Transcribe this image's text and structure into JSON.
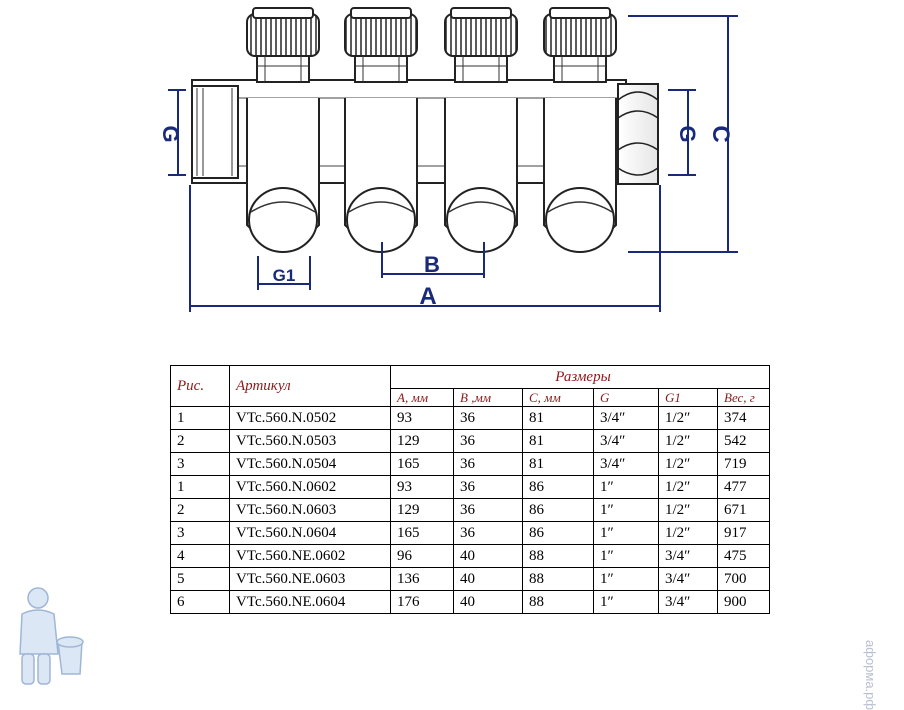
{
  "drawing": {
    "dimension_labels": {
      "A": "A",
      "B": "B",
      "C": "C",
      "G_left": "G",
      "G_right": "G",
      "G1": "G1"
    }
  },
  "table": {
    "headers": {
      "fig": "Рис.",
      "article": "Артикул",
      "group": "Размеры"
    },
    "subheaders": [
      "A, мм",
      "B ,мм",
      "C, мм",
      "G",
      "G1",
      "Вес, г"
    ],
    "rows": [
      [
        "1",
        "VTc.560.N.0502",
        "93",
        "36",
        "81",
        "3/4″",
        "1/2″",
        "374"
      ],
      [
        "2",
        "VTc.560.N.0503",
        "129",
        "36",
        "81",
        "3/4″",
        "1/2″",
        "542"
      ],
      [
        "3",
        "VTc.560.N.0504",
        "165",
        "36",
        "81",
        "3/4″",
        "1/2″",
        "719"
      ],
      [
        "1",
        "VTc.560.N.0602",
        "93",
        "36",
        "86",
        "1″",
        "1/2″",
        "477"
      ],
      [
        "2",
        "VTc.560.N.0603",
        "129",
        "36",
        "86",
        "1″",
        "1/2″",
        "671"
      ],
      [
        "3",
        "VTc.560.N.0604",
        "165",
        "36",
        "86",
        "1″",
        "1/2″",
        "917"
      ],
      [
        "4",
        "VTc.560.NE.0602",
        "96",
        "40",
        "88",
        "1″",
        "3/4″",
        "475"
      ],
      [
        "5",
        "VTc.560.NE.0603",
        "136",
        "40",
        "88",
        "1″",
        "3/4″",
        "700"
      ],
      [
        "6",
        "VTc.560.NE.0604",
        "176",
        "40",
        "88",
        "1″",
        "3/4″",
        "900"
      ]
    ]
  },
  "watermark": {
    "text": "аформа.рф",
    "icon": "plumber-mascot-icon"
  },
  "colors": {
    "dimension": "#1a2a7a",
    "header": "#8b1a1a",
    "outline": "#222222"
  }
}
